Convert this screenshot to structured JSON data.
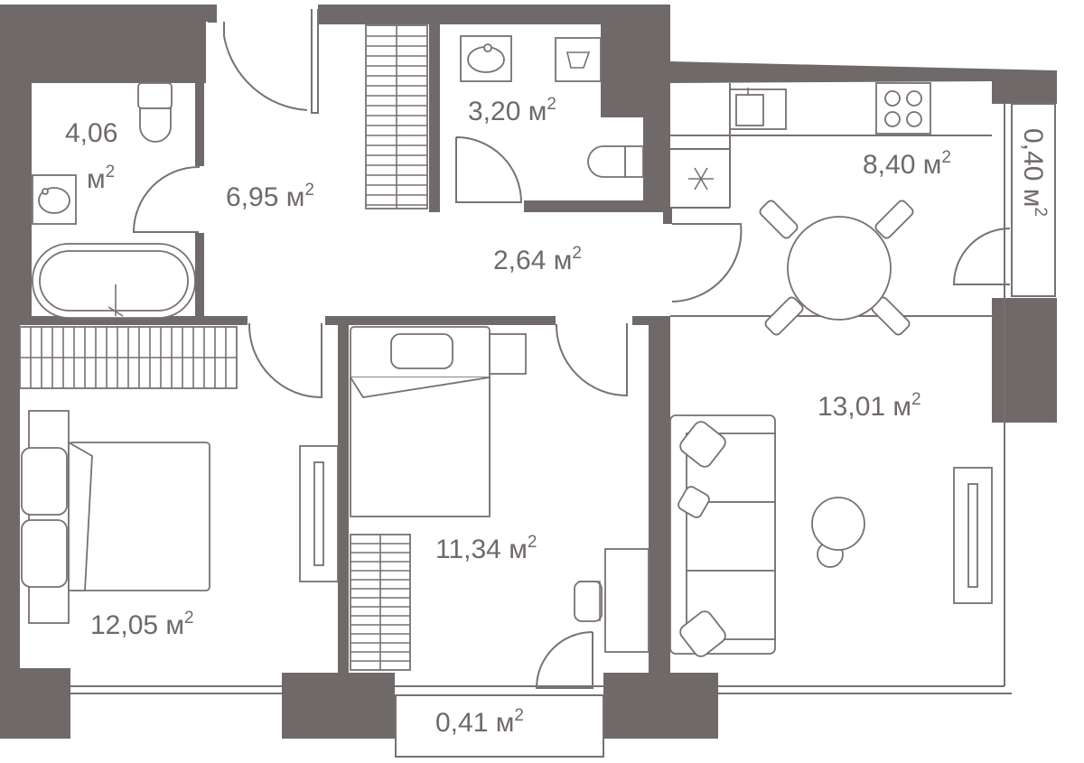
{
  "rooms": [
    {
      "id": "bath",
      "area": "4,06",
      "unit": "м",
      "exp": "2"
    },
    {
      "id": "hall",
      "area": "6,95",
      "unit": "м",
      "exp": "2"
    },
    {
      "id": "wc",
      "area": "3,20",
      "unit": "м",
      "exp": "2"
    },
    {
      "id": "kitchen",
      "area": "8,40",
      "unit": "м",
      "exp": "2"
    },
    {
      "id": "loggia_right",
      "area": "0,40",
      "unit": "м",
      "exp": "2"
    },
    {
      "id": "corridor",
      "area": "2,64",
      "unit": "м",
      "exp": "2"
    },
    {
      "id": "living",
      "area": "13,01",
      "unit": "м",
      "exp": "2"
    },
    {
      "id": "bedroom_middle",
      "area": "11,34",
      "unit": "м",
      "exp": "2"
    },
    {
      "id": "bedroom_left",
      "area": "12,05",
      "unit": "м",
      "exp": "2"
    },
    {
      "id": "balcony",
      "area": "0,41",
      "unit": "м",
      "exp": "2"
    }
  ],
  "colors": {
    "wall": "#6f6a69",
    "line": "#77716f",
    "background": "#ffffff"
  }
}
